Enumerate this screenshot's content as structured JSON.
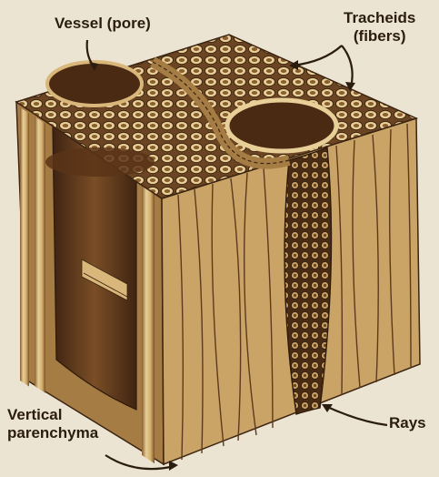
{
  "labels": {
    "vessel": "Vessel (pore)",
    "tracheids_line1": "Tracheids",
    "tracheids_line2": "(fibers)",
    "vertical_line1": "Vertical",
    "vertical_line2": "parenchyma",
    "rays": "Rays"
  },
  "colors": {
    "background": "#ece4d2",
    "wood_light": "#d9b77a",
    "wood_mid": "#b38a4c",
    "wood_dark": "#5e3a1c",
    "vessel_dark": "#3f2412",
    "arrow": "#2a1d10"
  }
}
